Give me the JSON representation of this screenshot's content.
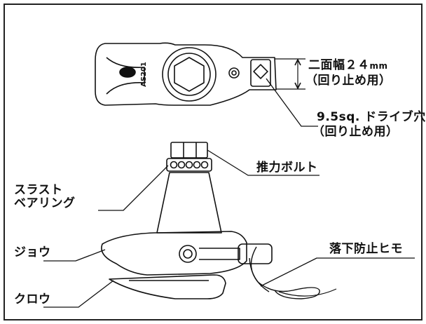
{
  "tool_marking": "AS201",
  "labels": {
    "width_across_flats": "二面幅２４",
    "width_unit": "mm",
    "anti_rotation_1": "（回り止め用）",
    "drive_hole": "9.5sq. ドライブ穴",
    "anti_rotation_2": "（回り止め用）",
    "thrust_bolt": "推力ボルト",
    "thrust_bearing_line1": "スラスト",
    "thrust_bearing_line2": "ベアリング",
    "jaw": "ジョウ",
    "fall_prevention_cord": "落下防止ヒモ",
    "claw": "クロウ"
  }
}
